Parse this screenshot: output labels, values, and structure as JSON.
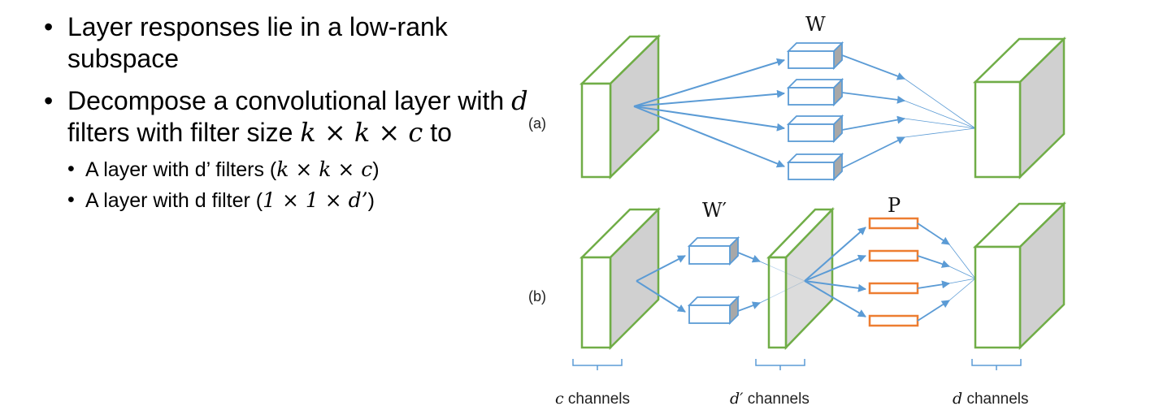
{
  "bullets": [
    {
      "text": "Layer responses lie in a low-rank subspace"
    },
    {
      "text_a": "Decompose a convolutional layer with ",
      "var_d": "d",
      "text_b": " filters with filter size ",
      "math": "k × k × c",
      "text_c": " to",
      "sub": [
        {
          "text": "A layer with d’ filters (",
          "math": "k × k × c",
          "close": ")"
        },
        {
          "text": "A layer with d filter (",
          "math": "1 × 1 × d’",
          "close": ")"
        }
      ]
    }
  ],
  "diagram": {
    "label_a": "(a)",
    "label_b": "(b)",
    "W": "W",
    "W_prime": "W′",
    "P": "P",
    "channels_c": {
      "var": "c",
      "text": " channels"
    },
    "channels_dprime": {
      "var": "d′",
      "text": " channels"
    },
    "channels_d": {
      "var": "d",
      "text": " channels"
    },
    "colors": {
      "green": "#70ad47",
      "blue": "#5b9bd5",
      "orange": "#ed7d31",
      "gray": "#d0d0d0"
    }
  }
}
